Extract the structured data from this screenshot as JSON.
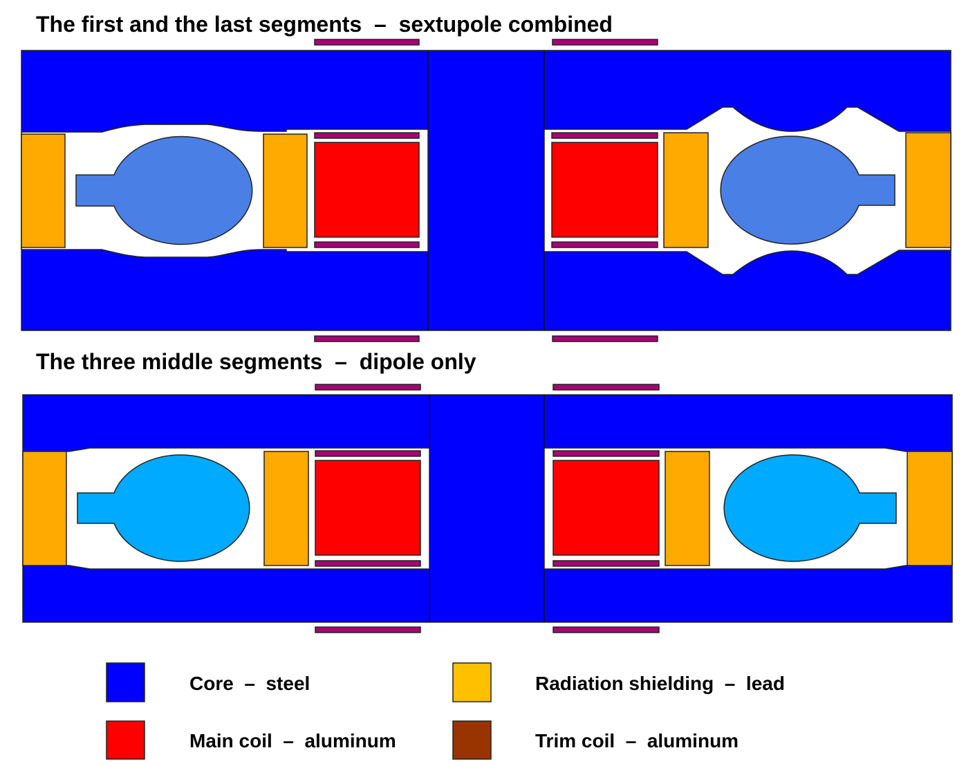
{
  "titles": {
    "top": "The first and the last segments  –  sextupole combined",
    "bottom": "The three middle segments  –  dipole only"
  },
  "legend": [
    {
      "label": "Core  –  steel",
      "color": "#0000ff"
    },
    {
      "label": "Radiation shielding  –  lead",
      "color": "#ffc000"
    },
    {
      "label": "Main coil  –  aluminum",
      "color": "#ff0000"
    },
    {
      "label": "Trim coil  –  aluminum",
      "color": "#993300"
    }
  ],
  "colors": {
    "core": "#0000ff",
    "shield": "#ffaa00",
    "main_coil": "#ff0000",
    "trim_coil": "#aa0077",
    "vacuum_top": "#4a80e6",
    "vacuum_bottom": "#00aaff"
  }
}
